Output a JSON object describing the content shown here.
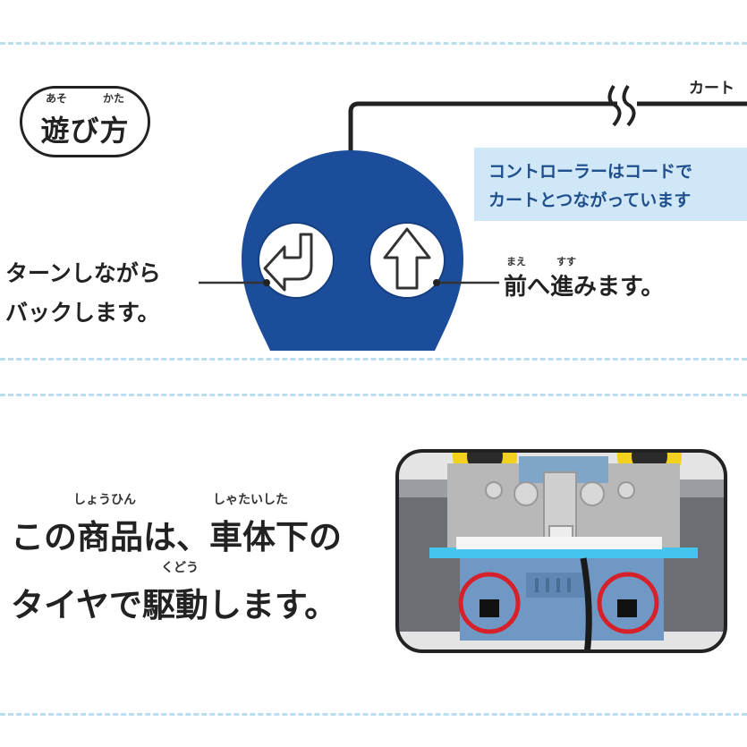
{
  "header": {
    "title": "遊び方",
    "title_ruby_1": "あそ",
    "title_ruby_2": "かた",
    "cord_label": "カート"
  },
  "controller": {
    "info_line_1": "コントローラーはコードで",
    "info_line_2": "カートとつながっています",
    "left_label_line_1": "ターンしながら",
    "left_label_line_2": "バックします。",
    "right_label": "前へ進みます。",
    "right_ruby_1": "まえ",
    "right_ruby_2": "すす",
    "body_color": "#1c4d9a",
    "left_button_icon": "u-turn-arrow-icon",
    "right_button_icon": "up-arrow-icon"
  },
  "product": {
    "line_1": "この商品は、車体下の",
    "line_2": "タイヤで駆動します。",
    "ruby_1": "しょうひん",
    "ruby_2": "しゃたいした",
    "ruby_3": "くどう",
    "highlight_color": "#d6202a"
  }
}
